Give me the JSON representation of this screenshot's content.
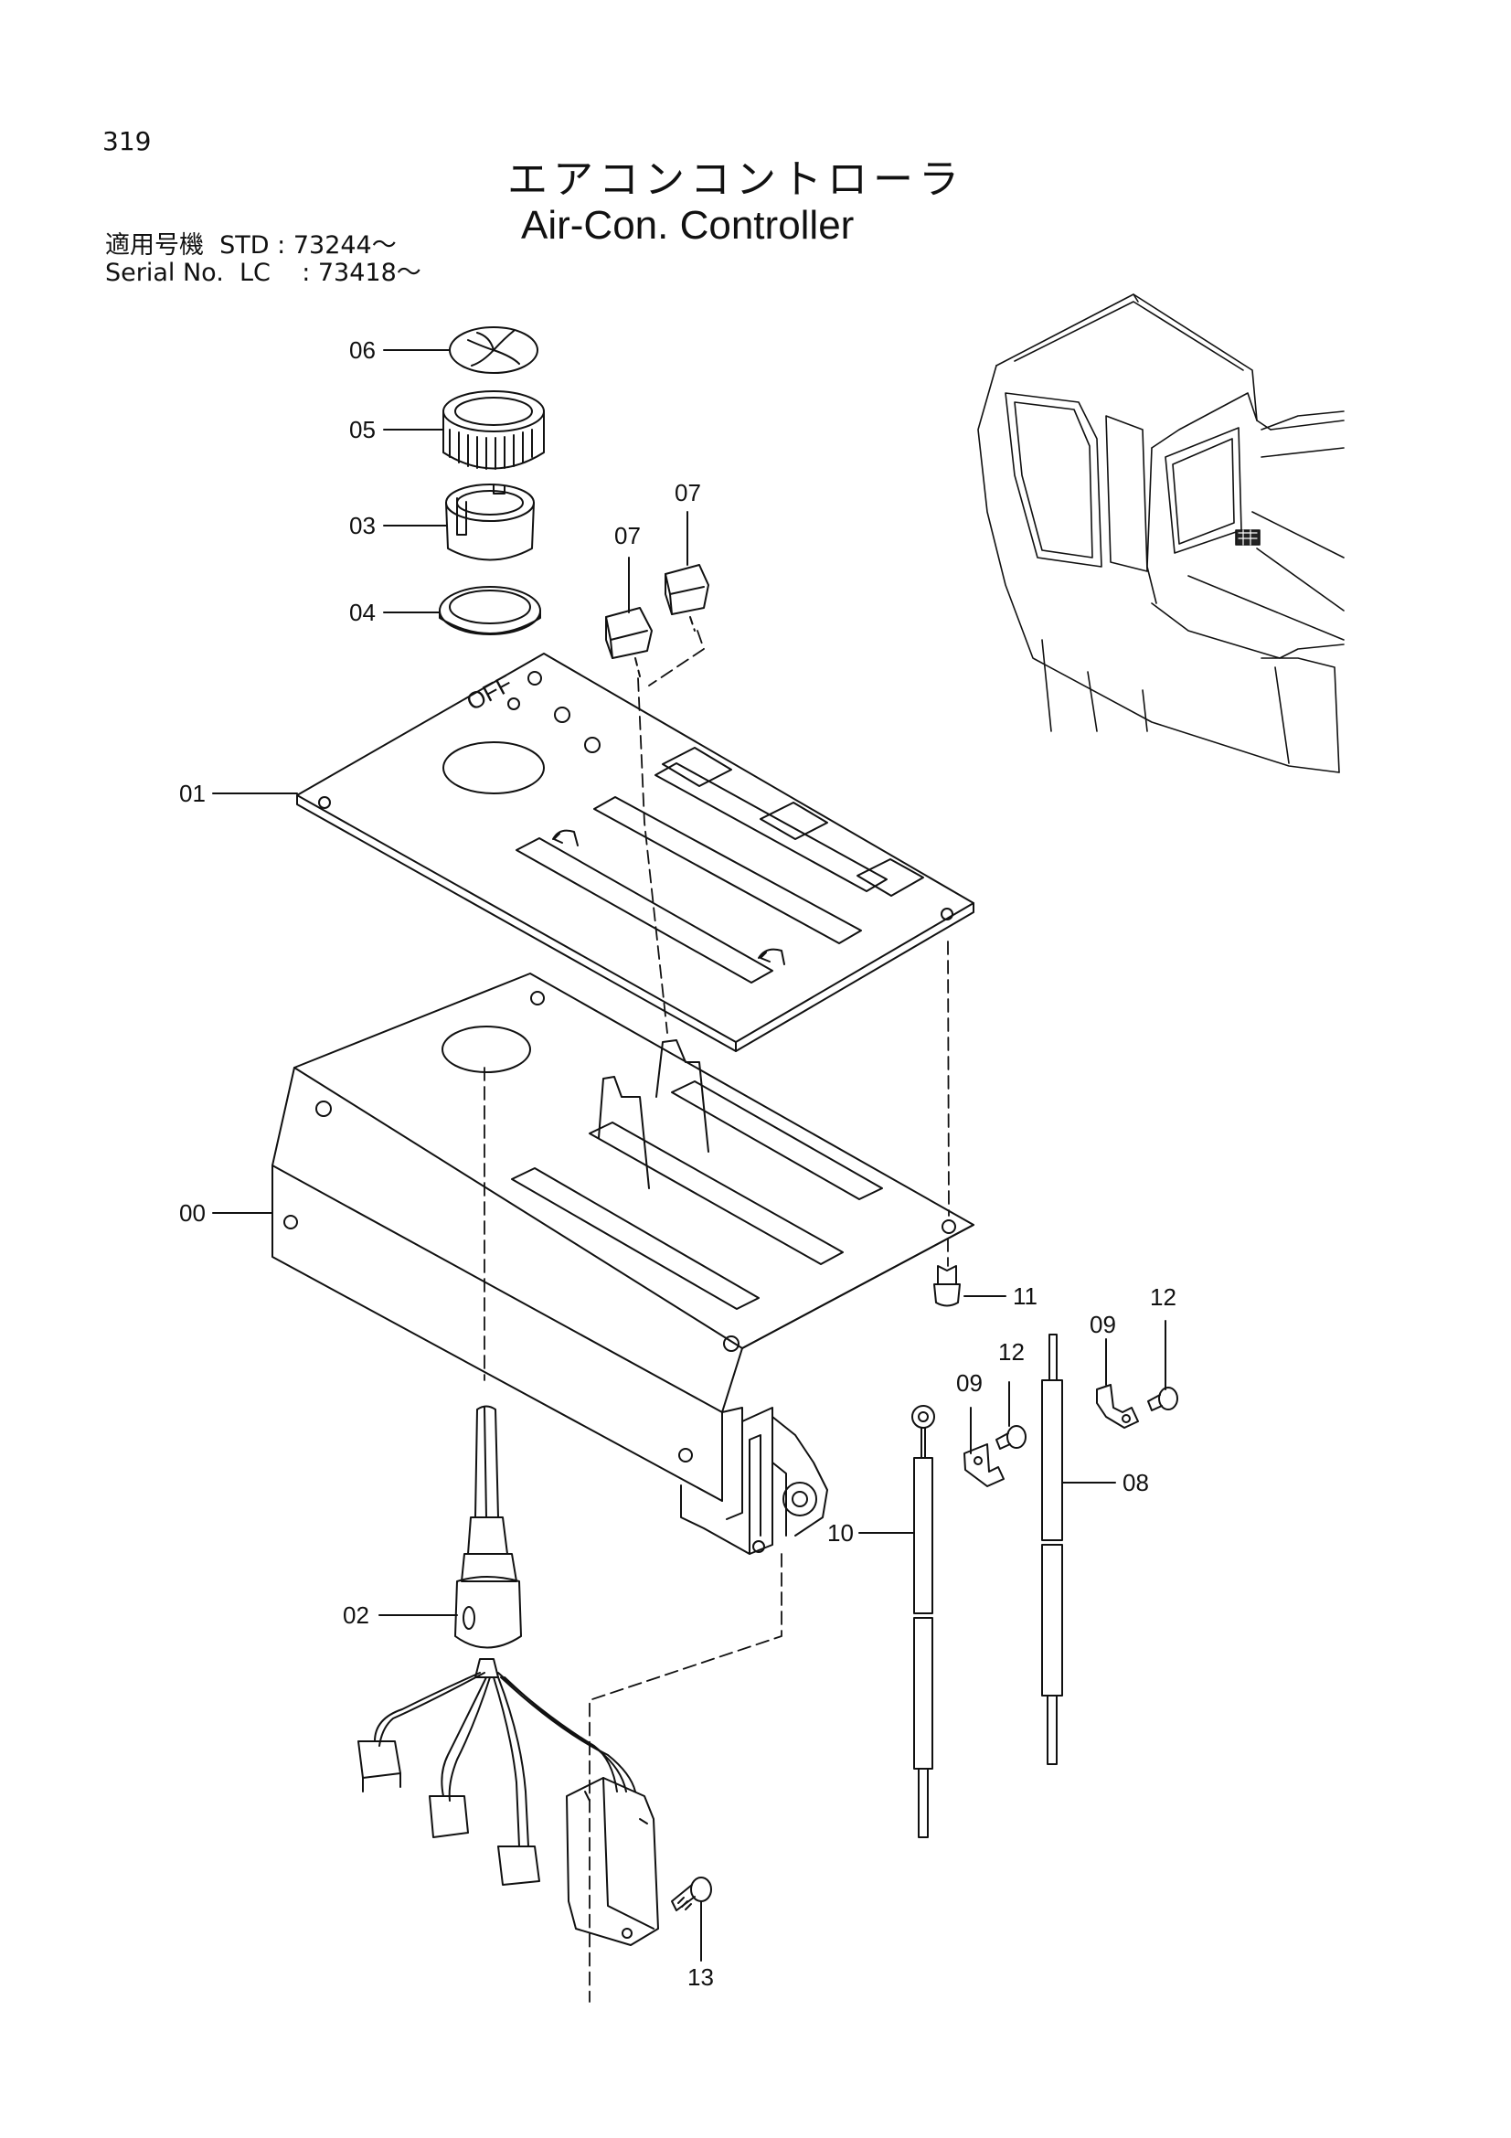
{
  "header": {
    "page_number": "319",
    "title_jp": "エアコンコントローラ",
    "title_en": "Air-Con. Controller",
    "serial_line1": "適用号機  STD : 73244～",
    "serial_line2": "Serial No.  LC    : 73418～"
  },
  "callouts": {
    "c06": "06",
    "c05": "05",
    "c03": "03",
    "c04": "04",
    "c07a": "07",
    "c07b": "07",
    "c01": "01",
    "c00": "00",
    "c11": "11",
    "c12a": "12",
    "c12b": "12",
    "c09a": "09",
    "c09b": "09",
    "c08": "08",
    "c10": "10",
    "c02": "02",
    "c13": "13"
  },
  "panel_marking": "OFF"
}
